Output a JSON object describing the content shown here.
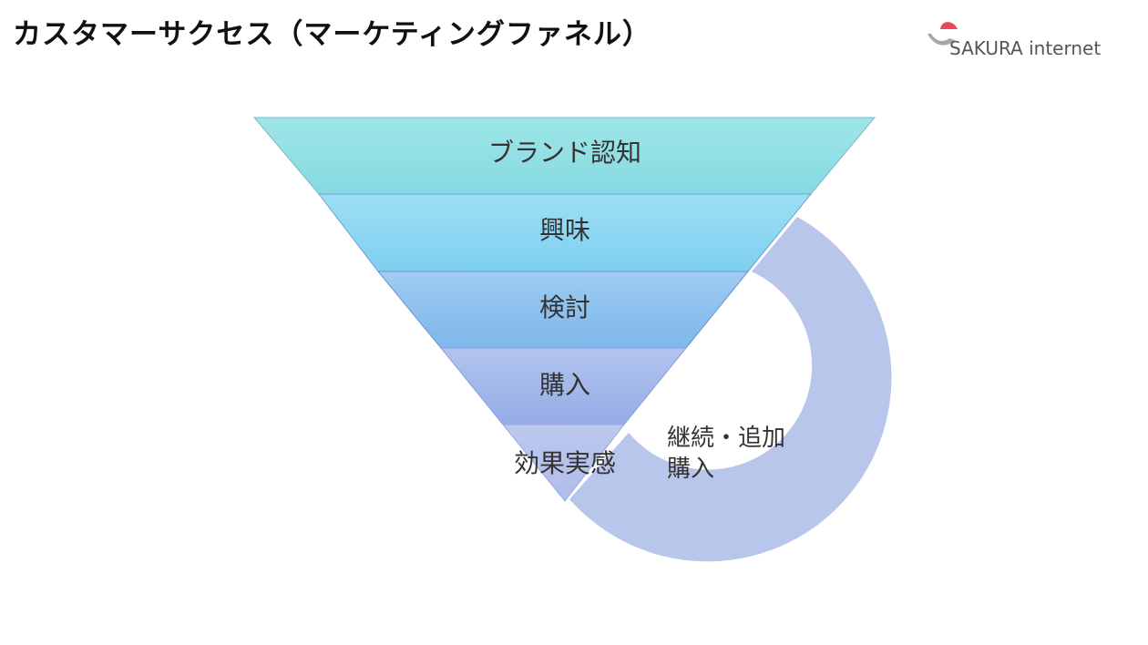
{
  "title": "カスタマーサクセス（マーケティングファネル）",
  "logo": {
    "text": "SAKURA internet",
    "icon": "sakura-logo-icon",
    "colors": {
      "accent": "#e8495a",
      "grey": "#a8a8a8"
    }
  },
  "funnel": {
    "stages": [
      {
        "label": "ブランド認知",
        "color_top": "#9ee6e6",
        "color_bottom": "#86d9e2"
      },
      {
        "label": "興味",
        "color_top": "#9ddff4",
        "color_bottom": "#7ecff0"
      },
      {
        "label": "検討",
        "color_top": "#9fccf2",
        "color_bottom": "#7db7ea"
      },
      {
        "label": "購入",
        "color_top": "#b1c4ee",
        "color_bottom": "#95ace6"
      },
      {
        "label": "効果実感",
        "color_top": "#bcc8ee",
        "color_bottom": "#b0bdeb"
      }
    ],
    "loop": {
      "lines": [
        "継続・追加",
        "購入"
      ],
      "color": "#b9c6ec"
    }
  }
}
